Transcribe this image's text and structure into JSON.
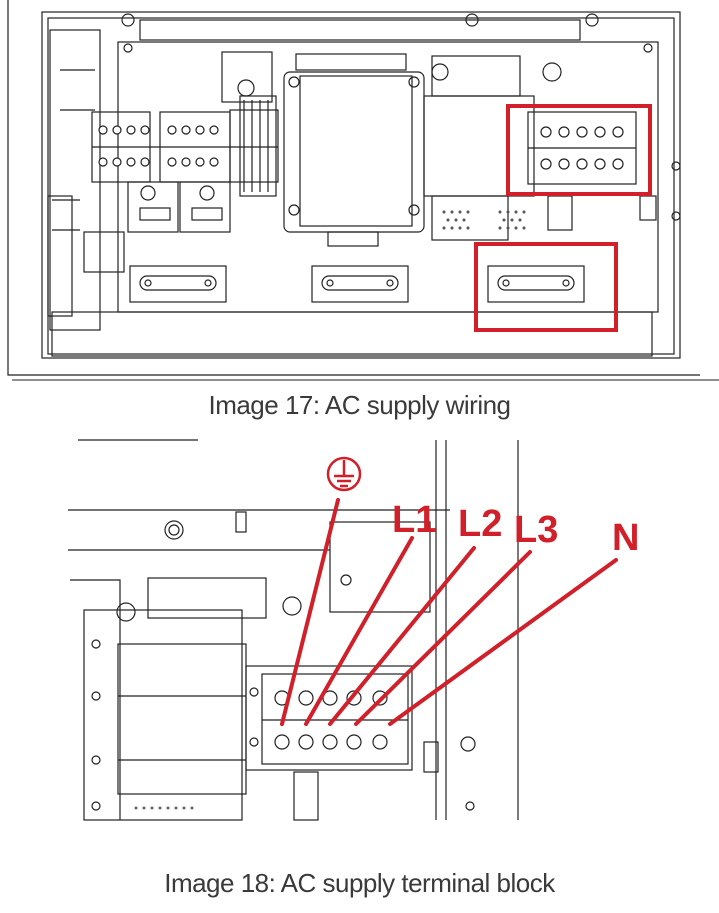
{
  "figures": [
    {
      "caption": "Image 17: AC supply wiring",
      "highlight_color": "#d1202a"
    },
    {
      "caption": "Image 18: AC supply terminal block",
      "ground_symbol": "protective-earth-icon",
      "labels": [
        "L1",
        "L2",
        "L3",
        "N"
      ],
      "highlight_color": "#d1202a"
    }
  ]
}
